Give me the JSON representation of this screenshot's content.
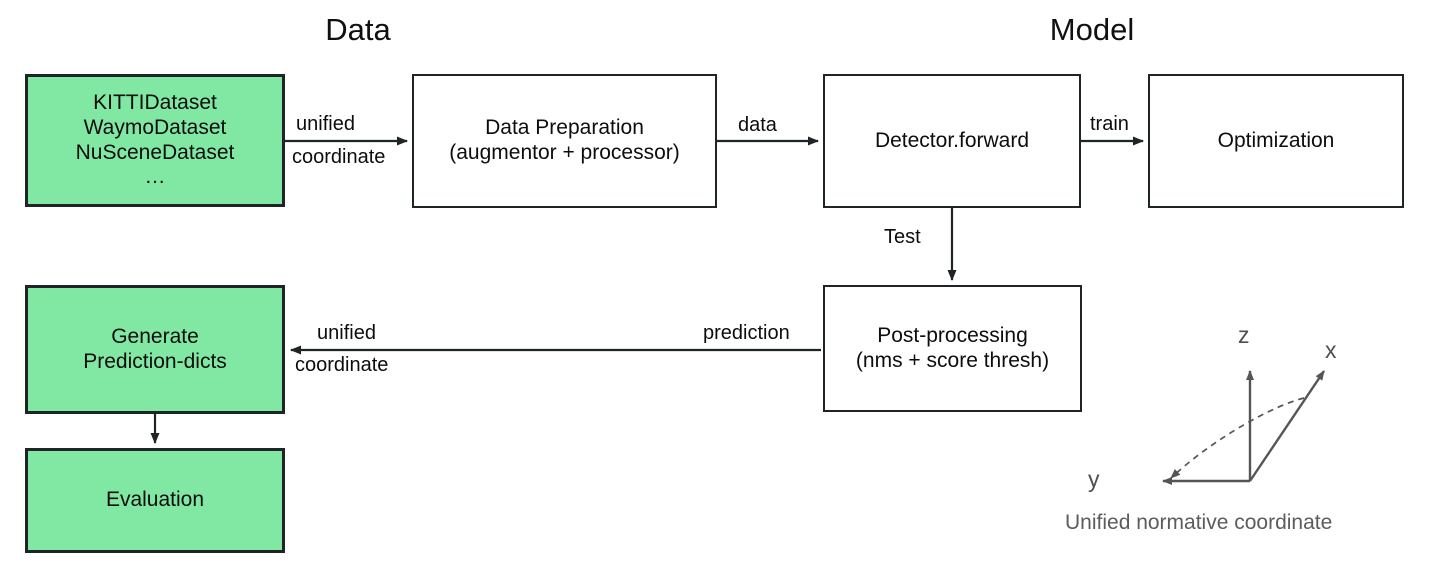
{
  "diagram": {
    "sections": [
      {
        "id": "data",
        "title": "Data",
        "bg_color": "#c7e6f7"
      },
      {
        "id": "model",
        "title": "Model",
        "bg_color": "#e3f2fb"
      }
    ],
    "palette": {
      "green_fill": "#81e8a4",
      "node_border": "#1f2426",
      "text": "#0d0d0d",
      "coord_gray": "#5c5c5c"
    },
    "nodes": [
      {
        "id": "datasets",
        "label": "KITTIDataset\nWaymoDataset\nNuSceneDataset\n…",
        "style": "green"
      },
      {
        "id": "data-preparation",
        "label": "Data Preparation\n(augmentor + processor)",
        "style": "plain"
      },
      {
        "id": "detector-forward",
        "label": "Detector.forward",
        "style": "plain"
      },
      {
        "id": "optimization",
        "label": "Optimization",
        "style": "plain"
      },
      {
        "id": "post-processing",
        "label": "Post-processing\n(nms + score thresh)",
        "style": "plain"
      },
      {
        "id": "generate-prediction-dicts",
        "label": "Generate\nPrediction-dicts",
        "style": "green"
      },
      {
        "id": "evaluation",
        "label": "Evaluation",
        "style": "green"
      }
    ],
    "edges": [
      {
        "id": "datasets-to-dataprep",
        "label_line1": "unified",
        "label_line2": "coordinate"
      },
      {
        "id": "dataprep-to-detector",
        "label_line1": "data",
        "label_line2": ""
      },
      {
        "id": "detector-to-optimization",
        "label_line1": "train",
        "label_line2": ""
      },
      {
        "id": "detector-to-postproc",
        "label_line1": "Test",
        "label_line2": ""
      },
      {
        "id": "postproc-to-generate",
        "label_line1": "prediction",
        "label_line2": ""
      },
      {
        "id": "postproc-to-generate-2",
        "label_line1": "unified",
        "label_line2": "coordinate"
      },
      {
        "id": "generate-to-evaluation",
        "label_line1": "",
        "label_line2": ""
      }
    ],
    "coordinate_frame": {
      "caption": "Unified normative coordinate",
      "axis_z": "z",
      "axis_x": "x",
      "axis_y": "y"
    }
  }
}
